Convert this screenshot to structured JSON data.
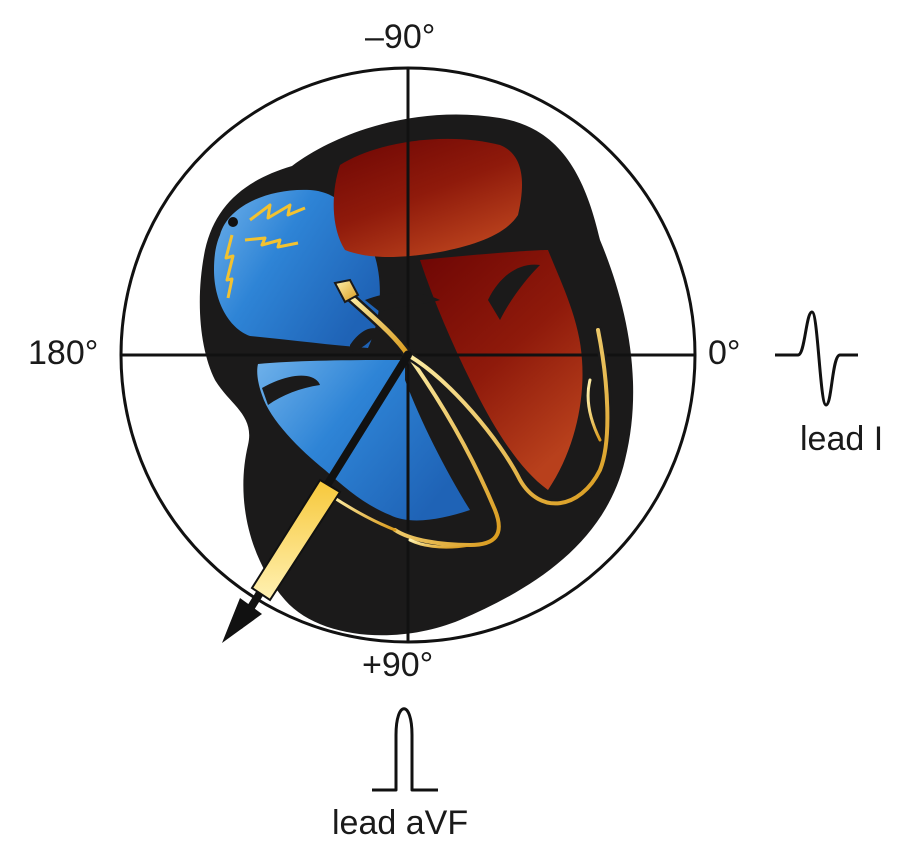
{
  "axis_labels": {
    "top": "–90°",
    "left": "180°",
    "right": "0°",
    "bottom": "+90°"
  },
  "leads": {
    "lead_i": "lead I",
    "lead_avf": "lead aVF"
  },
  "colors": {
    "right_heart": "#2f7fd0",
    "left_heart": "#8a1208",
    "myocardium": "#1b1a1a",
    "conduction": "#e8b632",
    "axis_lines": "#111111"
  },
  "icons": [
    "electrical-spark-icon",
    "sa-node-icon",
    "av-node-icon",
    "mean-axis-arrow-icon"
  ]
}
